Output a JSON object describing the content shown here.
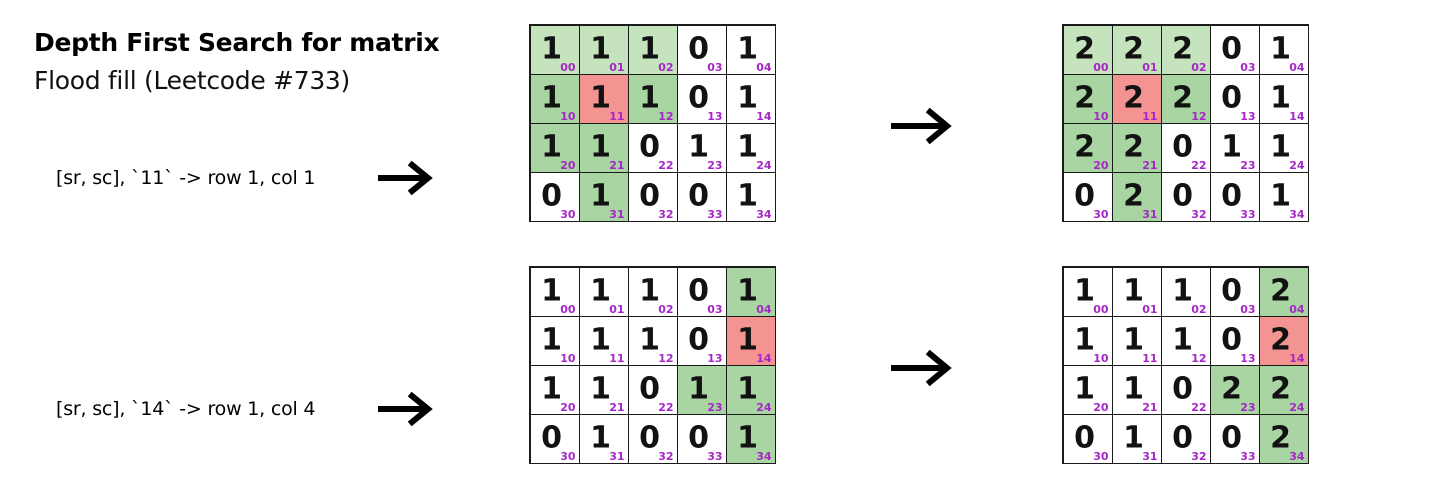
{
  "title": "Depth First Search for matrix",
  "subtitle": "Flood fill (Leetcode #733)",
  "icons": {
    "arrow": "arrow-right-icon"
  },
  "colors": {
    "fill_green": "#a8d5a2",
    "fill_light_green": "#c5e4bd",
    "fill_red": "#f49492",
    "subscript": "#a626c7",
    "text": "#121212",
    "grid_line": "#1a1a1a",
    "background": "#ffffff"
  },
  "cases": [
    {
      "caption": "[sr, sc], `11` -> row 1, col 1",
      "before": {
        "values": [
          [
            "1",
            "1",
            "1",
            "0",
            "1"
          ],
          [
            "1",
            "1",
            "1",
            "0",
            "1"
          ],
          [
            "1",
            "1",
            "0",
            "1",
            "1"
          ],
          [
            "0",
            "1",
            "0",
            "0",
            "1"
          ]
        ],
        "fills": [
          [
            "lightgreen",
            "lightgreen",
            "lightgreen",
            "none",
            "none"
          ],
          [
            "green",
            "red",
            "green",
            "none",
            "none"
          ],
          [
            "green",
            "green",
            "none",
            "none",
            "none"
          ],
          [
            "none",
            "green",
            "none",
            "none",
            "none"
          ]
        ],
        "subscripts": [
          [
            "00",
            "01",
            "02",
            "03",
            "04"
          ],
          [
            "10",
            "11",
            "12",
            "13",
            "14"
          ],
          [
            "20",
            "21",
            "22",
            "23",
            "24"
          ],
          [
            "30",
            "31",
            "32",
            "33",
            "34"
          ]
        ]
      },
      "after": {
        "values": [
          [
            "2",
            "2",
            "2",
            "0",
            "1"
          ],
          [
            "2",
            "2",
            "2",
            "0",
            "1"
          ],
          [
            "2",
            "2",
            "0",
            "1",
            "1"
          ],
          [
            "0",
            "2",
            "0",
            "0",
            "1"
          ]
        ],
        "fills": [
          [
            "lightgreen",
            "lightgreen",
            "lightgreen",
            "none",
            "none"
          ],
          [
            "green",
            "red",
            "green",
            "none",
            "none"
          ],
          [
            "green",
            "green",
            "none",
            "none",
            "none"
          ],
          [
            "none",
            "green",
            "none",
            "none",
            "none"
          ]
        ],
        "subscripts": [
          [
            "00",
            "01",
            "02",
            "03",
            "04"
          ],
          [
            "10",
            "11",
            "12",
            "13",
            "14"
          ],
          [
            "20",
            "21",
            "22",
            "23",
            "24"
          ],
          [
            "30",
            "31",
            "32",
            "33",
            "34"
          ]
        ]
      }
    },
    {
      "caption": "[sr, sc], `14` -> row 1, col 4",
      "before": {
        "values": [
          [
            "1",
            "1",
            "1",
            "0",
            "1"
          ],
          [
            "1",
            "1",
            "1",
            "0",
            "1"
          ],
          [
            "1",
            "1",
            "0",
            "1",
            "1"
          ],
          [
            "0",
            "1",
            "0",
            "0",
            "1"
          ]
        ],
        "fills": [
          [
            "none",
            "none",
            "none",
            "none",
            "green"
          ],
          [
            "none",
            "none",
            "none",
            "none",
            "red"
          ],
          [
            "none",
            "none",
            "none",
            "green",
            "green"
          ],
          [
            "none",
            "none",
            "none",
            "none",
            "green"
          ]
        ],
        "subscripts": [
          [
            "00",
            "01",
            "02",
            "03",
            "04"
          ],
          [
            "10",
            "11",
            "12",
            "13",
            "14"
          ],
          [
            "20",
            "21",
            "22",
            "23",
            "24"
          ],
          [
            "30",
            "31",
            "32",
            "33",
            "34"
          ]
        ]
      },
      "after": {
        "values": [
          [
            "1",
            "1",
            "1",
            "0",
            "2"
          ],
          [
            "1",
            "1",
            "1",
            "0",
            "2"
          ],
          [
            "1",
            "1",
            "0",
            "2",
            "2"
          ],
          [
            "0",
            "1",
            "0",
            "0",
            "2"
          ]
        ],
        "fills": [
          [
            "none",
            "none",
            "none",
            "none",
            "green"
          ],
          [
            "none",
            "none",
            "none",
            "none",
            "red"
          ],
          [
            "none",
            "none",
            "none",
            "green",
            "green"
          ],
          [
            "none",
            "none",
            "none",
            "none",
            "green"
          ]
        ],
        "subscripts": [
          [
            "00",
            "01",
            "02",
            "03",
            "04"
          ],
          [
            "10",
            "11",
            "12",
            "13",
            "14"
          ],
          [
            "20",
            "21",
            "22",
            "23",
            "24"
          ],
          [
            "30",
            "31",
            "32",
            "33",
            "34"
          ]
        ]
      }
    }
  ]
}
